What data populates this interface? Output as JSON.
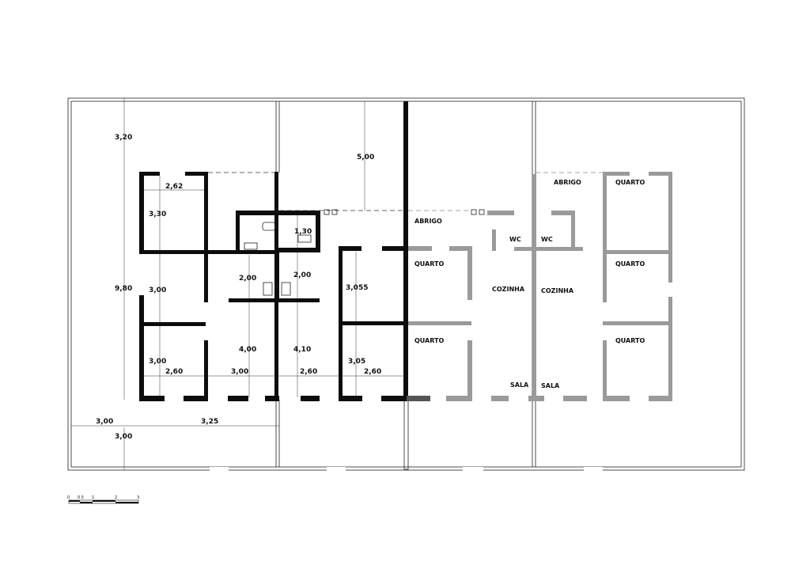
{
  "dimensions": {
    "d_320": "3,20",
    "d_500": "5,00",
    "d_262": "2,62",
    "d_330": "3,30",
    "d_130": "1,30",
    "d_980": "9,80",
    "d_200a": "2,00",
    "d_200b": "2,00",
    "d_300a": "3,00",
    "d_3055": "3,055",
    "d_300b": "3,00",
    "d_400": "4,00",
    "d_410": "4,10",
    "d_305": "3,05",
    "d_260a": "2,60",
    "d_300c": "3,00",
    "d_260b": "2,60",
    "d_260c": "2,60",
    "d_300d": "3,00",
    "d_325": "3,25",
    "d_300e": "3,00"
  },
  "rooms": {
    "abrigo_1": "ABRIGO",
    "quarto_1": "QUARTO",
    "quarto_2": "QUARTO",
    "wc_1": "WC",
    "wc_2": "WC",
    "cozinha_1": "COZINHA",
    "cozinha_2": "COZINHA",
    "sala_1": "SALA",
    "sala_2": "SALA",
    "abrigo_2": "ABRIGO",
    "quarto_3": "QUARTO",
    "quarto_4": "QUARTO",
    "quarto_5": "QUARTO"
  },
  "scale_bar": {
    "t0": "0",
    "t05": "0.5",
    "t1": "1",
    "t2": "2",
    "t3": "3"
  },
  "colors": {
    "existing_walls": "#0d0d0d",
    "proposed_walls": "#9a9a9a"
  }
}
